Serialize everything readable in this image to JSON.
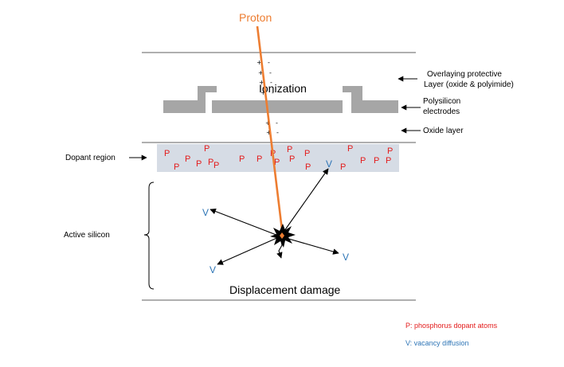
{
  "proton_label": "Proton",
  "ionization_label": "Ionization",
  "displacement_label": "Displacement damage",
  "labels": {
    "protective": [
      "Overlaying protective",
      "Layer (oxide & polyimide)"
    ],
    "polysilicon": [
      "Polysilicon",
      "electrodes"
    ],
    "oxide": "Oxide layer",
    "dopant": "Dopant region",
    "active": "Active silicon"
  },
  "charge_signs": {
    "plus": "+",
    "minus": "-"
  },
  "dopant_letter": "P",
  "vacancy_letter": "V",
  "legend": {
    "p": "P:  phosphorus dopant atoms",
    "v": "V:  vacancy diffusion"
  },
  "colors": {
    "proton": "#ed7d31",
    "dopant": "#e31b1b",
    "vacancy": "#2e75b6",
    "electrode": "#a6a6a6",
    "dopant_region": "#d6dce5"
  }
}
